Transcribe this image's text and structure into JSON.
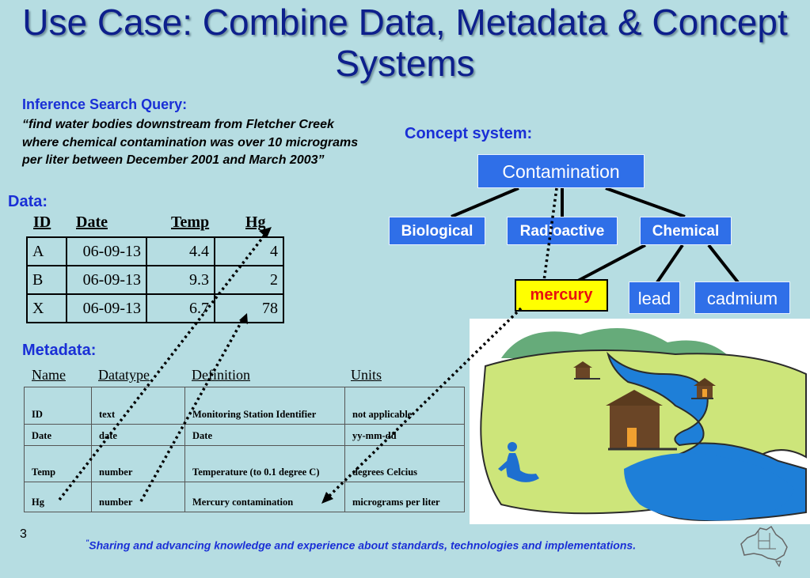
{
  "slide": {
    "title": "Use Case: Combine Data, Metadata & Concept Systems",
    "slide_number": "3",
    "footer_mark": "\"",
    "footer": "Sharing and advancing knowledge and experience about standards, technologies and implementations."
  },
  "query": {
    "heading": "Inference Search Query:",
    "text": "“find water bodies downstream from Fletcher Creek where chemical contamination was over 10 micrograms per liter between December 2001 and March 2003”"
  },
  "data": {
    "heading": "Data:",
    "columns": [
      "ID",
      "Date",
      "Temp",
      "Hg"
    ],
    "rows": [
      [
        "A",
        "06-09-13",
        "4.4",
        "4"
      ],
      [
        "B",
        "06-09-13",
        "9.3",
        "2"
      ],
      [
        "X",
        "06-09-13",
        "6.7",
        "78"
      ]
    ]
  },
  "metadata": {
    "heading": "Metadata:",
    "columns": [
      "Name",
      "Datatype",
      "Definition",
      "Units"
    ],
    "rows": [
      [
        "ID",
        "text",
        "Monitoring Station Identifier",
        "not applicable"
      ],
      [
        "Date",
        "date",
        "Date",
        "yy-mm-dd"
      ],
      [
        "Temp",
        "number",
        "Temperature (to 0.1 degree C)",
        "degrees Celcius"
      ],
      [
        "Hg",
        "number",
        "Mercury contamination",
        "micrograms per liter"
      ]
    ]
  },
  "concept": {
    "heading": "Concept system:",
    "root": "Contamination",
    "level1": [
      "Biological",
      "Radioactive",
      "Chemical"
    ],
    "level2": [
      "mercury",
      "lead",
      "cadmium"
    ],
    "colors": {
      "node": "#2f6fe8",
      "highlight": "#ffff00",
      "highlight_text": "#e81010"
    }
  }
}
